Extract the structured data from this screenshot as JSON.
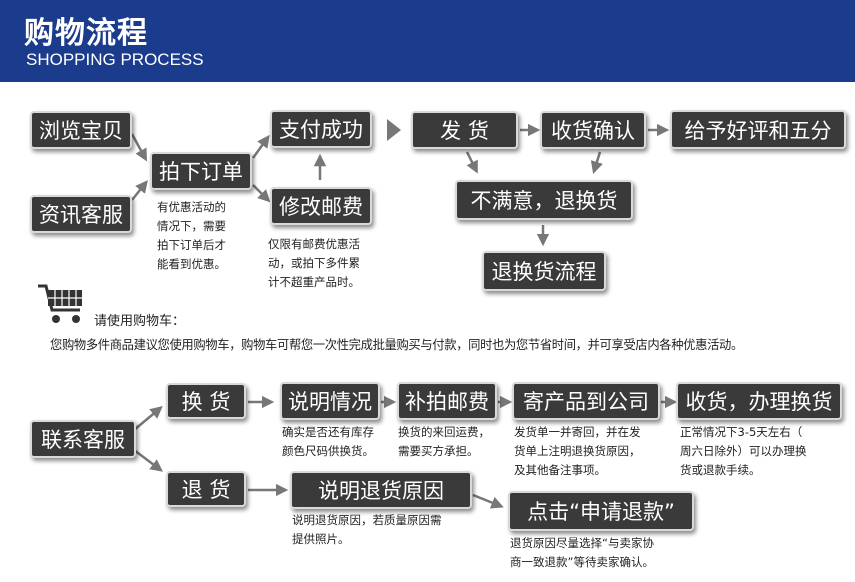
{
  "header": {
    "title": "购物流程",
    "subtitle": "SHOPPING PROCESS"
  },
  "flow": {
    "browse": "浏览宝贝",
    "consult": "资讯客服",
    "place_order": "拍下订单",
    "pay_success": "支付成功",
    "edit_postage": "修改邮费",
    "ship": "发 货",
    "confirm_receipt": "收货确认",
    "rate": "给予好评和五分",
    "unsatisfied": "不满意，退换货",
    "return_process": "退换货流程",
    "note_order": [
      "有优惠活动的",
      "情况下，需要",
      "拍下订单后才",
      "能看到优惠。"
    ],
    "note_postage": [
      "仅限有邮费优惠活",
      "动，或拍下多件累",
      "计不超重产品时。"
    ]
  },
  "cart": {
    "icon": "shopping-cart-icon",
    "label": "请使用购物车：",
    "text": "您购物多件商品建议您使用购物车，购物车可帮您一次性完成批量购买与付款，同时也为您节省时间，并可享受店内各种优惠活动。"
  },
  "returns": {
    "contact": "联系客服",
    "exchange": "换 货",
    "explain": "说明情况",
    "repay_postage": "补拍邮费",
    "send_to_company": "寄产品到公司",
    "receive_exchange": "收货，办理换货",
    "refund": "退 货",
    "explain_refund": "说明退货原因",
    "apply_refund": "点击“申请退款”",
    "note_explain": [
      "确实是否还有库存",
      "颜色尺码供换货。"
    ],
    "note_repay": [
      "换货的来回运费，",
      "需要买方承担。"
    ],
    "note_send": [
      "发货单一并寄回，并在发",
      "货单上注明退换货原因，",
      "及其他备注事项。"
    ],
    "note_receive": [
      "正常情况下3-5天左右（",
      "周六日除外）可以办理换",
      "货或退款手续。"
    ],
    "note_refund_reason": [
      "说明退货原因，若质量原因需",
      "提供照片。"
    ],
    "note_apply": [
      "退货原因尽量选择“与卖家协",
      "商一致退款”等待卖家确认。"
    ]
  },
  "colors": {
    "header_bg": "#1b3b8c",
    "box_bg": "#3a3a3a",
    "arrow": "#777777"
  }
}
